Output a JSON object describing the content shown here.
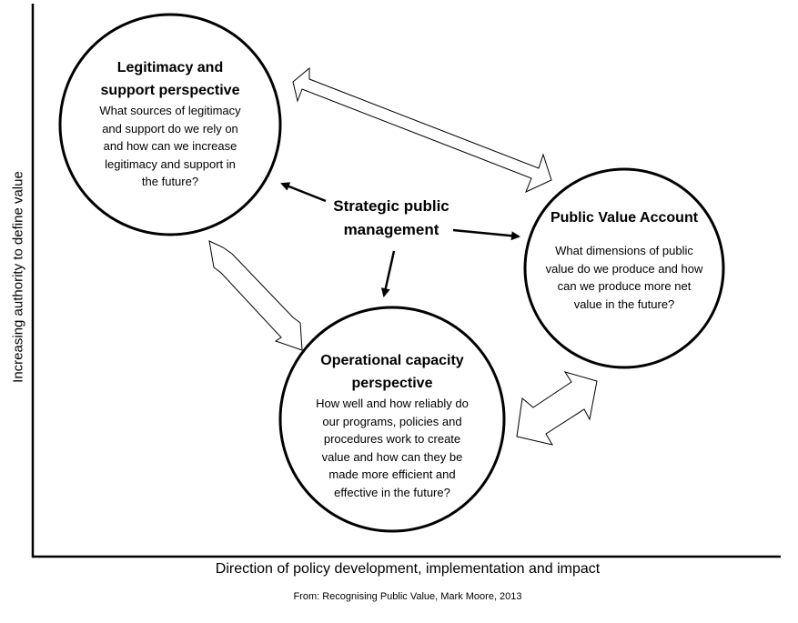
{
  "axes": {
    "y_label": "Increasing authority to define value",
    "x_label": "Direction of policy development, implementation and impact"
  },
  "source": "From: Recognising Public Value, Mark Moore, 2013",
  "center": {
    "line1": "Strategic public",
    "line2": "management"
  },
  "nodes": {
    "legitimacy": {
      "title_line1": "Legitimacy and",
      "title_line2": "support perspective",
      "body": [
        "What sources of legitimacy",
        "and support do we rely on",
        "and how can we increase",
        "legitimacy and support in",
        "the future?"
      ]
    },
    "public_value": {
      "title": "Public Value Account",
      "body": [
        "What dimensions of public",
        "value do we produce and how",
        "can we produce more net",
        "value in the future?"
      ]
    },
    "operational": {
      "title_line1": "Operational capacity",
      "title_line2": "perspective",
      "body": [
        "How well and how reliably do",
        "our programs, policies and",
        "procedures work to create",
        "value and how can they be",
        "made more efficient and",
        "effective in the future?"
      ]
    }
  }
}
